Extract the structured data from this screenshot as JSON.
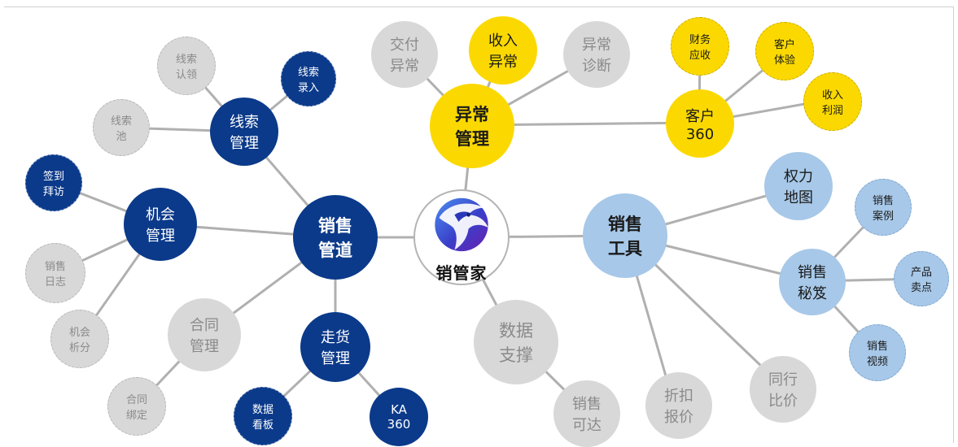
{
  "colors": {
    "dark_blue": "#0b3a8a",
    "yellow": "#fbd900",
    "light_blue": "#a7c8e8",
    "gray": "#d8d8d8",
    "link": "#b0b0b0"
  },
  "center": {
    "label": "销管家",
    "icon": "eagle-logo"
  },
  "hubs": {
    "sales_pipeline": "销售\n管道",
    "exception_mgmt": "异常\n管理",
    "sales_tools": "销售\n工具",
    "data_support": "数据\n支撑"
  },
  "pipeline": {
    "lead_mgmt": "线索\n管理",
    "lead_claim": "线索\n认领",
    "lead_entry": "线索\n录入",
    "lead_pool": "线索\n池",
    "opportunity_mgmt": "机会\n管理",
    "checkin_visit": "签到\n拜访",
    "sales_log": "销售\n日志",
    "opportunity_analysis": "机会\n析分",
    "contract_mgmt": "合同\n管理",
    "contract_binding": "合同\n绑定",
    "shipment_mgmt": "走货\n管理",
    "data_board": "数据\n看板",
    "ka360": "KA\n360"
  },
  "exception": {
    "delivery_exception": "交付\n异常",
    "revenue_exception": "收入\n异常",
    "exception_diagnosis": "异常\n诊断",
    "customer360": "客户\n360",
    "finance_receivable": "财务\n应收",
    "customer_experience": "客户\n体验",
    "revenue_profit": "收入\n利润"
  },
  "tools": {
    "power_map": "权力\n地图",
    "sales_playbook": "销售\n秘笈",
    "sales_cases": "销售\n案例",
    "product_selling_points": "产品\n卖点",
    "sales_videos": "销售\n视频",
    "peer_price_compare": "同行\n比价",
    "discount_quote": "折扣\n报价"
  },
  "data_support": {
    "sales_reach": "销售\n可达"
  }
}
